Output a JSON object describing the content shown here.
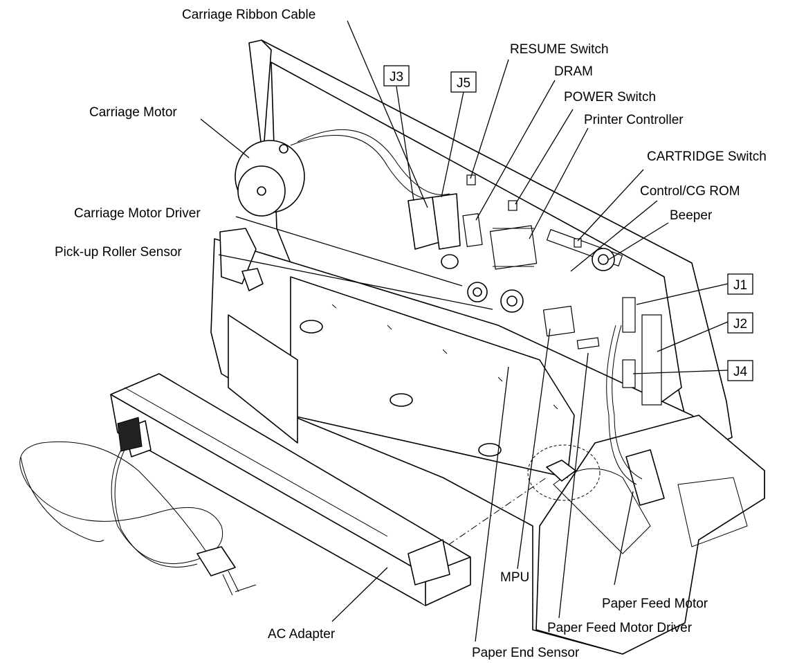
{
  "labels": {
    "carriage_ribbon_cable": "Carriage Ribbon Cable",
    "resume_switch": "RESUME Switch",
    "dram": "DRAM",
    "power_switch": "POWER Switch",
    "printer_controller": "Printer Controller",
    "carriage_motor": "Carriage Motor",
    "cartridge_switch": "CARTRIDGE Switch",
    "control_cg_rom": "Control/CG ROM",
    "beeper": "Beeper",
    "carriage_motor_driver": "Carriage Motor Driver",
    "pickup_roller_sensor": "Pick-up Roller Sensor",
    "mpu": "MPU",
    "ac_adapter": "AC Adapter",
    "paper_feed_motor": "Paper Feed Motor",
    "paper_feed_motor_driver": "Paper Feed Motor Driver",
    "paper_end_sensor": "Paper End Sensor"
  },
  "connectors": {
    "j1": "J1",
    "j2": "J2",
    "j3": "J3",
    "j4": "J4",
    "j5": "J5"
  }
}
